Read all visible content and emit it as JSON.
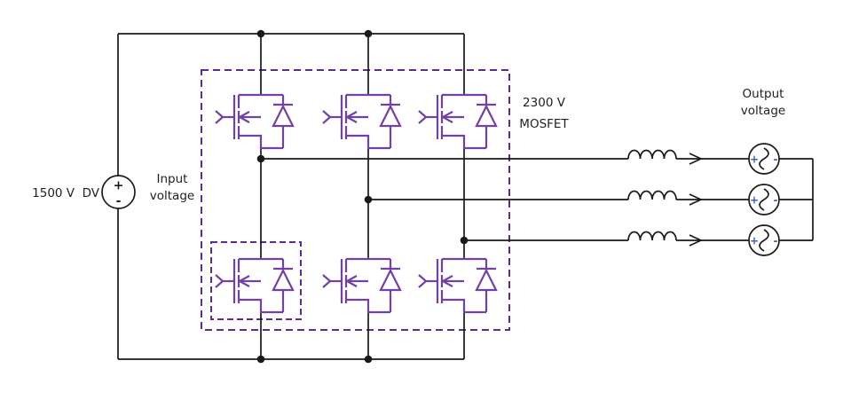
{
  "labels": {
    "dc_source": "1500 V  DV",
    "input_voltage": {
      "line1": "Input",
      "line2": "voltage"
    },
    "mosfet_rating": {
      "line1": "2300 V",
      "line2": "MOSFET"
    },
    "output_voltage": {
      "line1": "Output",
      "line2": "voltage"
    },
    "dc_plus": "+",
    "dc_minus": "-",
    "ac_plus": "+",
    "ac_minus": "-"
  },
  "colors": {
    "wire": "#1a1a1a",
    "device_purple": "#7141a5",
    "dashed_box_purple": "#5c2d91",
    "ac_polarity_blue": "#3f5fc0",
    "text": "#1f1f1f",
    "background": "#ffffff"
  }
}
